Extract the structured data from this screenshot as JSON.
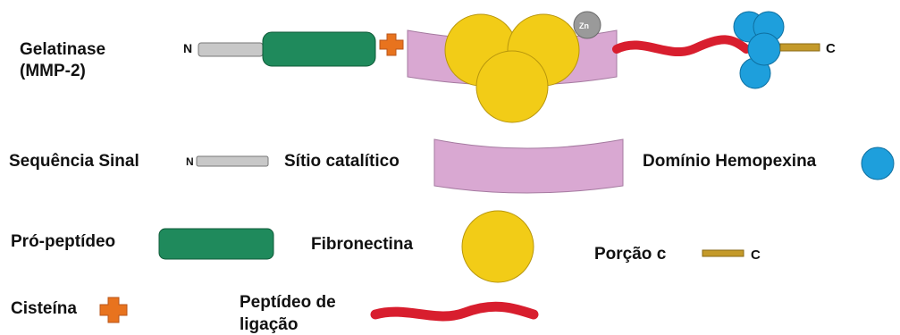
{
  "molecule": {
    "title_line1": "Gelatinase",
    "title_line2": "(MMP-2)",
    "n_terminus": "N",
    "c_terminus": "C",
    "zinc_label": "Zn"
  },
  "legend": {
    "signal_sequence": "Sequência Sinal",
    "signal_n": "N",
    "catalytic_site": "Sítio catalítico",
    "hemopexin_domain": "Domínio Hemopexina",
    "propeptide": "Pró-peptídeo",
    "fibronectin": "Fibronectina",
    "c_portion": "Porção c",
    "c_portion_c": "C",
    "cysteine": "Cisteína",
    "linker_line1": "Peptídeo de",
    "linker_line2": "ligação"
  },
  "colors": {
    "signal": "#c8c8c8",
    "propeptide": "#1f8a5c",
    "cysteine": "#e8731e",
    "catalytic": "#d9a8d2",
    "fibronectin": "#f2cc17",
    "zinc": "#9a9a9a",
    "linker": "#d81e2e",
    "hemopexin": "#1e9fdc",
    "c_portion": "#c49a2a"
  }
}
